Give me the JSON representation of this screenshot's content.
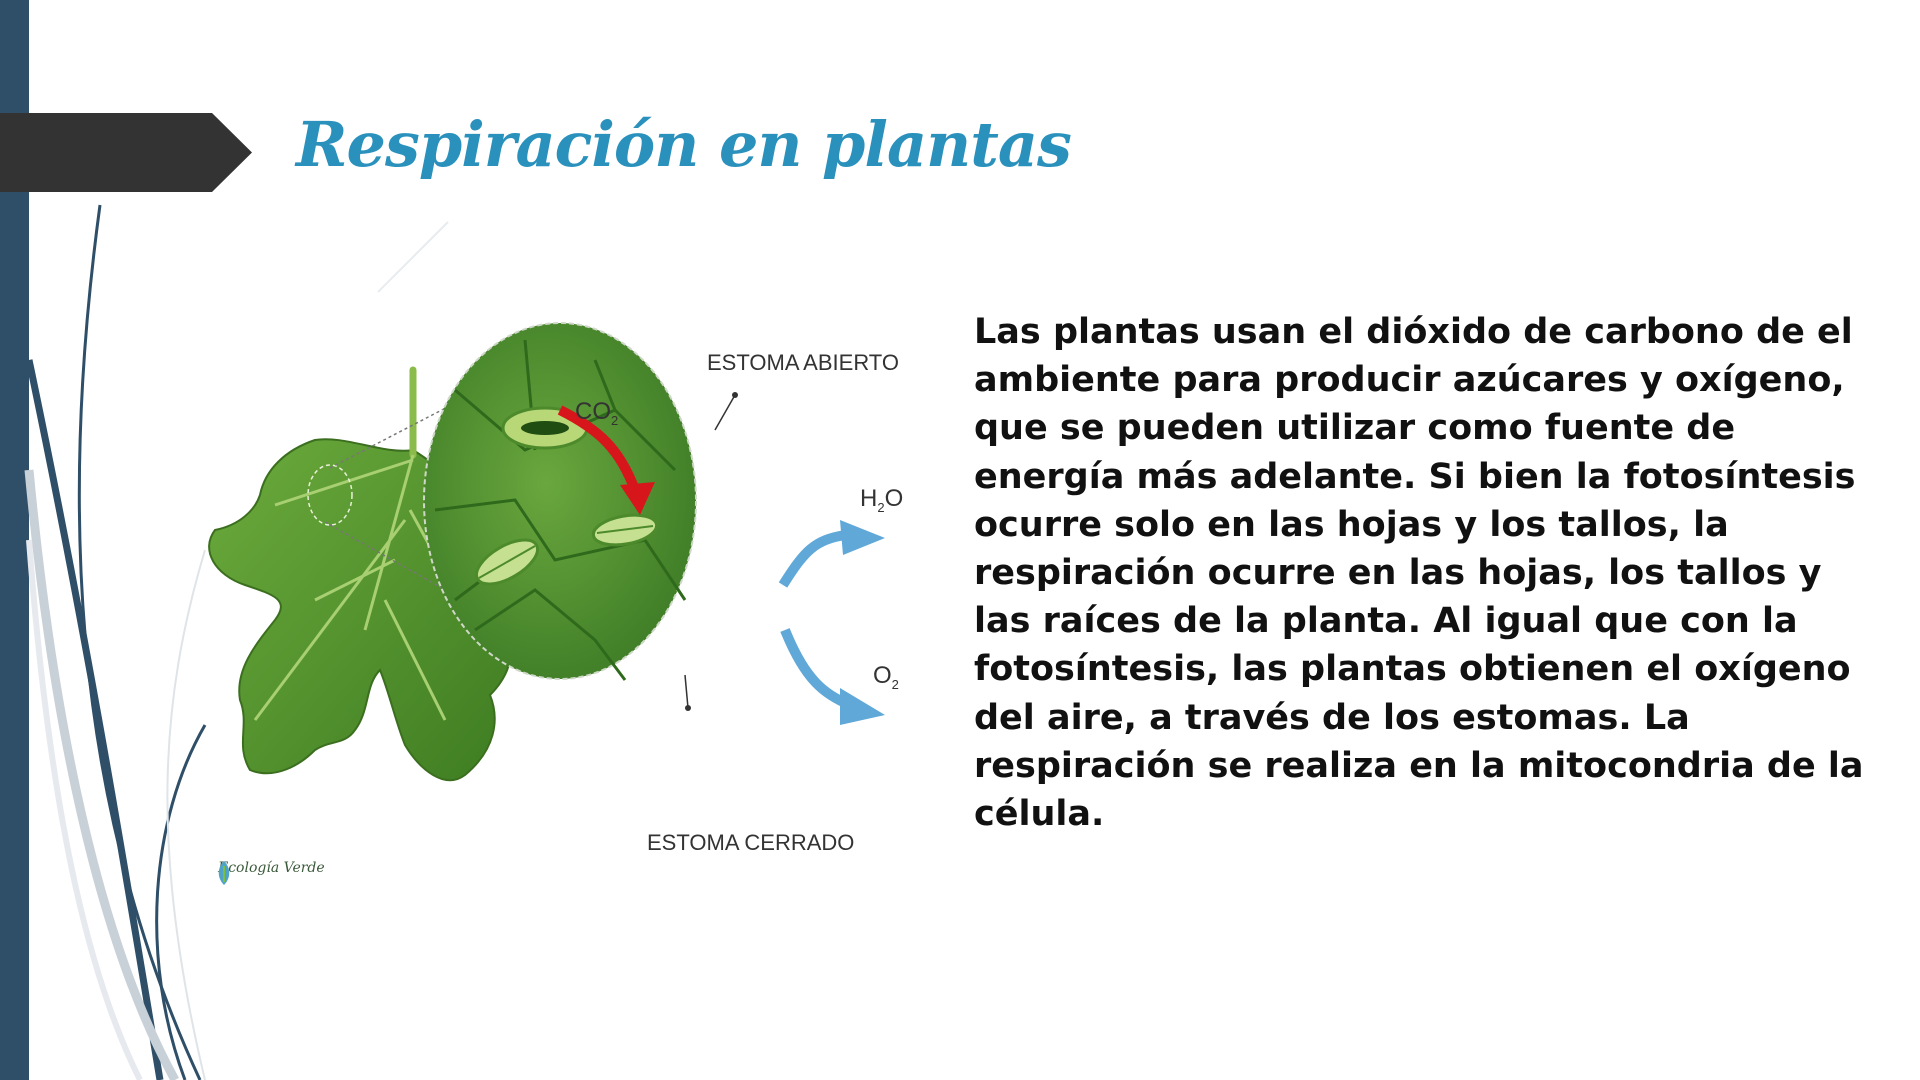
{
  "slide": {
    "title": "Respiración en plantas",
    "body": "Las plantas usan el dióxido de carbono de el ambiente para producir azúcares y oxígeno, que se pueden utilizar como fuente de energía más adelante. Si bien la fotosíntesis ocurre solo en las hojas y los tallos, la respiración ocurre en las hojas, los tallos y las raíces de la planta. Al igual que con la fotosíntesis, las plantas obtienen el oxígeno del aire, a través de los estomas. La respiración se realiza en la mitocondria de la célula."
  },
  "diagram": {
    "label_open": "ESTOMA ABIERTO",
    "label_closed": "ESTOMA CERRADO",
    "co2": "CO",
    "co2_sub": "2",
    "h2o_h": "H",
    "h2o_sub": "2",
    "h2o_o": "O",
    "o2": "O",
    "o2_sub": "2",
    "logo_text": "Ecología Verde"
  },
  "colors": {
    "accent": "#2a91bd",
    "side_bar": "#2f4f68",
    "banner": "#333333",
    "leaf": "#5c9a35",
    "arrow_in": "#d7161c",
    "arrow_out": "#5fa8d8"
  }
}
